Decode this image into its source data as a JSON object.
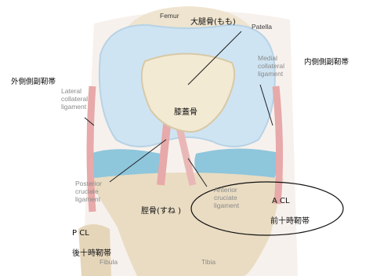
{
  "labels": {
    "femur": "Femur",
    "femur_jp": "大腿骨(もも)",
    "patella": "Patella",
    "patella_jp": "膝蓋骨",
    "medial_collateral": "Medial\ncollateral\nligament",
    "medial_collateral_jp": "内側側副靭帯",
    "lateral_collateral": "Lateral\ncollateral\nligament",
    "lateral_collateral_jp": "外側側副靭帯",
    "posterior_cruciate": "Posterior\ncruciate\nligament",
    "anterior_cruciate": "Anterior\ncruciate\nligament",
    "acl": "A CL",
    "acl_jp": "前十時靭帯",
    "tibia_jp": "脛骨(すね )",
    "pcl": "P CL",
    "pcl_jp": "後十時靭帯",
    "fibula": "Fibula",
    "tibia": "Tibia"
  },
  "colors": {
    "cartilage": "#cfe4f2",
    "meniscus": "#8ec6dc",
    "bone": "#e9dcc2",
    "ligament": "#e7a9a9",
    "flesh": "#f2e4dc"
  }
}
